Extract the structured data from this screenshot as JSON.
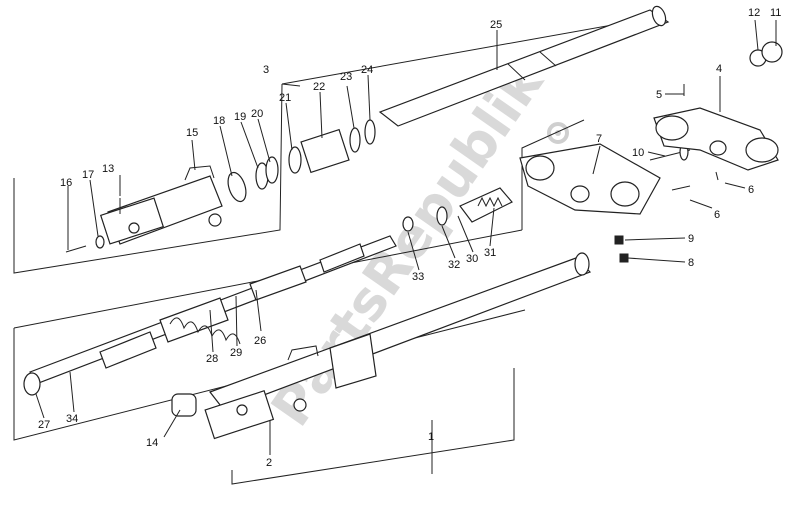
{
  "watermark": "PartsRepublik",
  "labels": [
    {
      "id": "l1",
      "text": "1"
    },
    {
      "id": "l2",
      "text": "2"
    },
    {
      "id": "l3",
      "text": "3"
    },
    {
      "id": "l4",
      "text": "4"
    },
    {
      "id": "l5",
      "text": "5"
    },
    {
      "id": "l6a",
      "text": "6"
    },
    {
      "id": "l6b",
      "text": "6"
    },
    {
      "id": "l7",
      "text": "7"
    },
    {
      "id": "l8",
      "text": "8"
    },
    {
      "id": "l9",
      "text": "9"
    },
    {
      "id": "l10",
      "text": "10"
    },
    {
      "id": "l11",
      "text": "11"
    },
    {
      "id": "l12",
      "text": "12"
    },
    {
      "id": "l13",
      "text": "13"
    },
    {
      "id": "l14",
      "text": "14"
    },
    {
      "id": "l15",
      "text": "15"
    },
    {
      "id": "l16",
      "text": "16"
    },
    {
      "id": "l17",
      "text": "17"
    },
    {
      "id": "l18",
      "text": "18"
    },
    {
      "id": "l19",
      "text": "19"
    },
    {
      "id": "l20",
      "text": "20"
    },
    {
      "id": "l21",
      "text": "21"
    },
    {
      "id": "l22",
      "text": "22"
    },
    {
      "id": "l23",
      "text": "23"
    },
    {
      "id": "l24",
      "text": "24"
    },
    {
      "id": "l25",
      "text": "25"
    },
    {
      "id": "l26",
      "text": "26"
    },
    {
      "id": "l27",
      "text": "27"
    },
    {
      "id": "l28",
      "text": "28"
    },
    {
      "id": "l29",
      "text": "29"
    },
    {
      "id": "l30",
      "text": "30"
    },
    {
      "id": "l31",
      "text": "31"
    },
    {
      "id": "l32",
      "text": "32"
    },
    {
      "id": "l33",
      "text": "33"
    },
    {
      "id": "l34",
      "text": "34"
    }
  ]
}
